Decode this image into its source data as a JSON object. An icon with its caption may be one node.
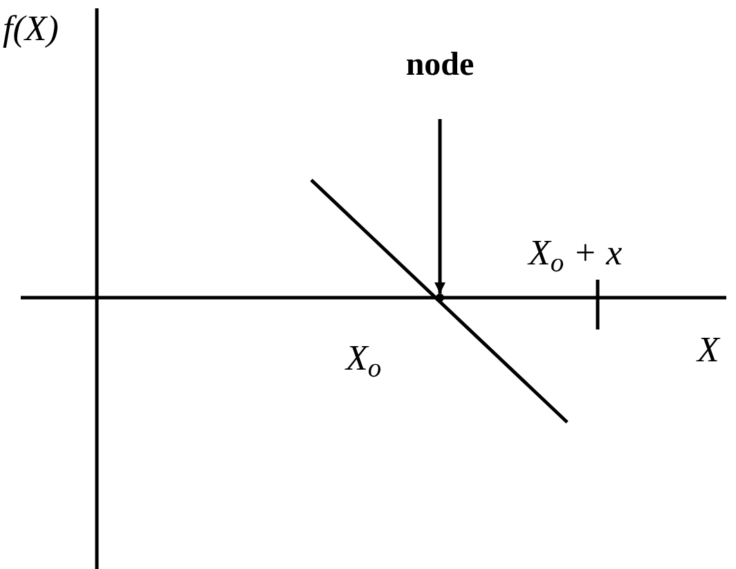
{
  "diagram": {
    "nodes": [
      {
        "text": [
          "node"
        ]
      },
      {
        "text": [],
        "shape": "circle"
      }
    ],
    "edges": [
      {
        "from": 0,
        "to": 1,
        "arrow": "to"
      }
    ],
    "labels": [
      "f(X)",
      "X$_{o}$ + x",
      "X$_{o}$",
      "X"
    ]
  }
}
